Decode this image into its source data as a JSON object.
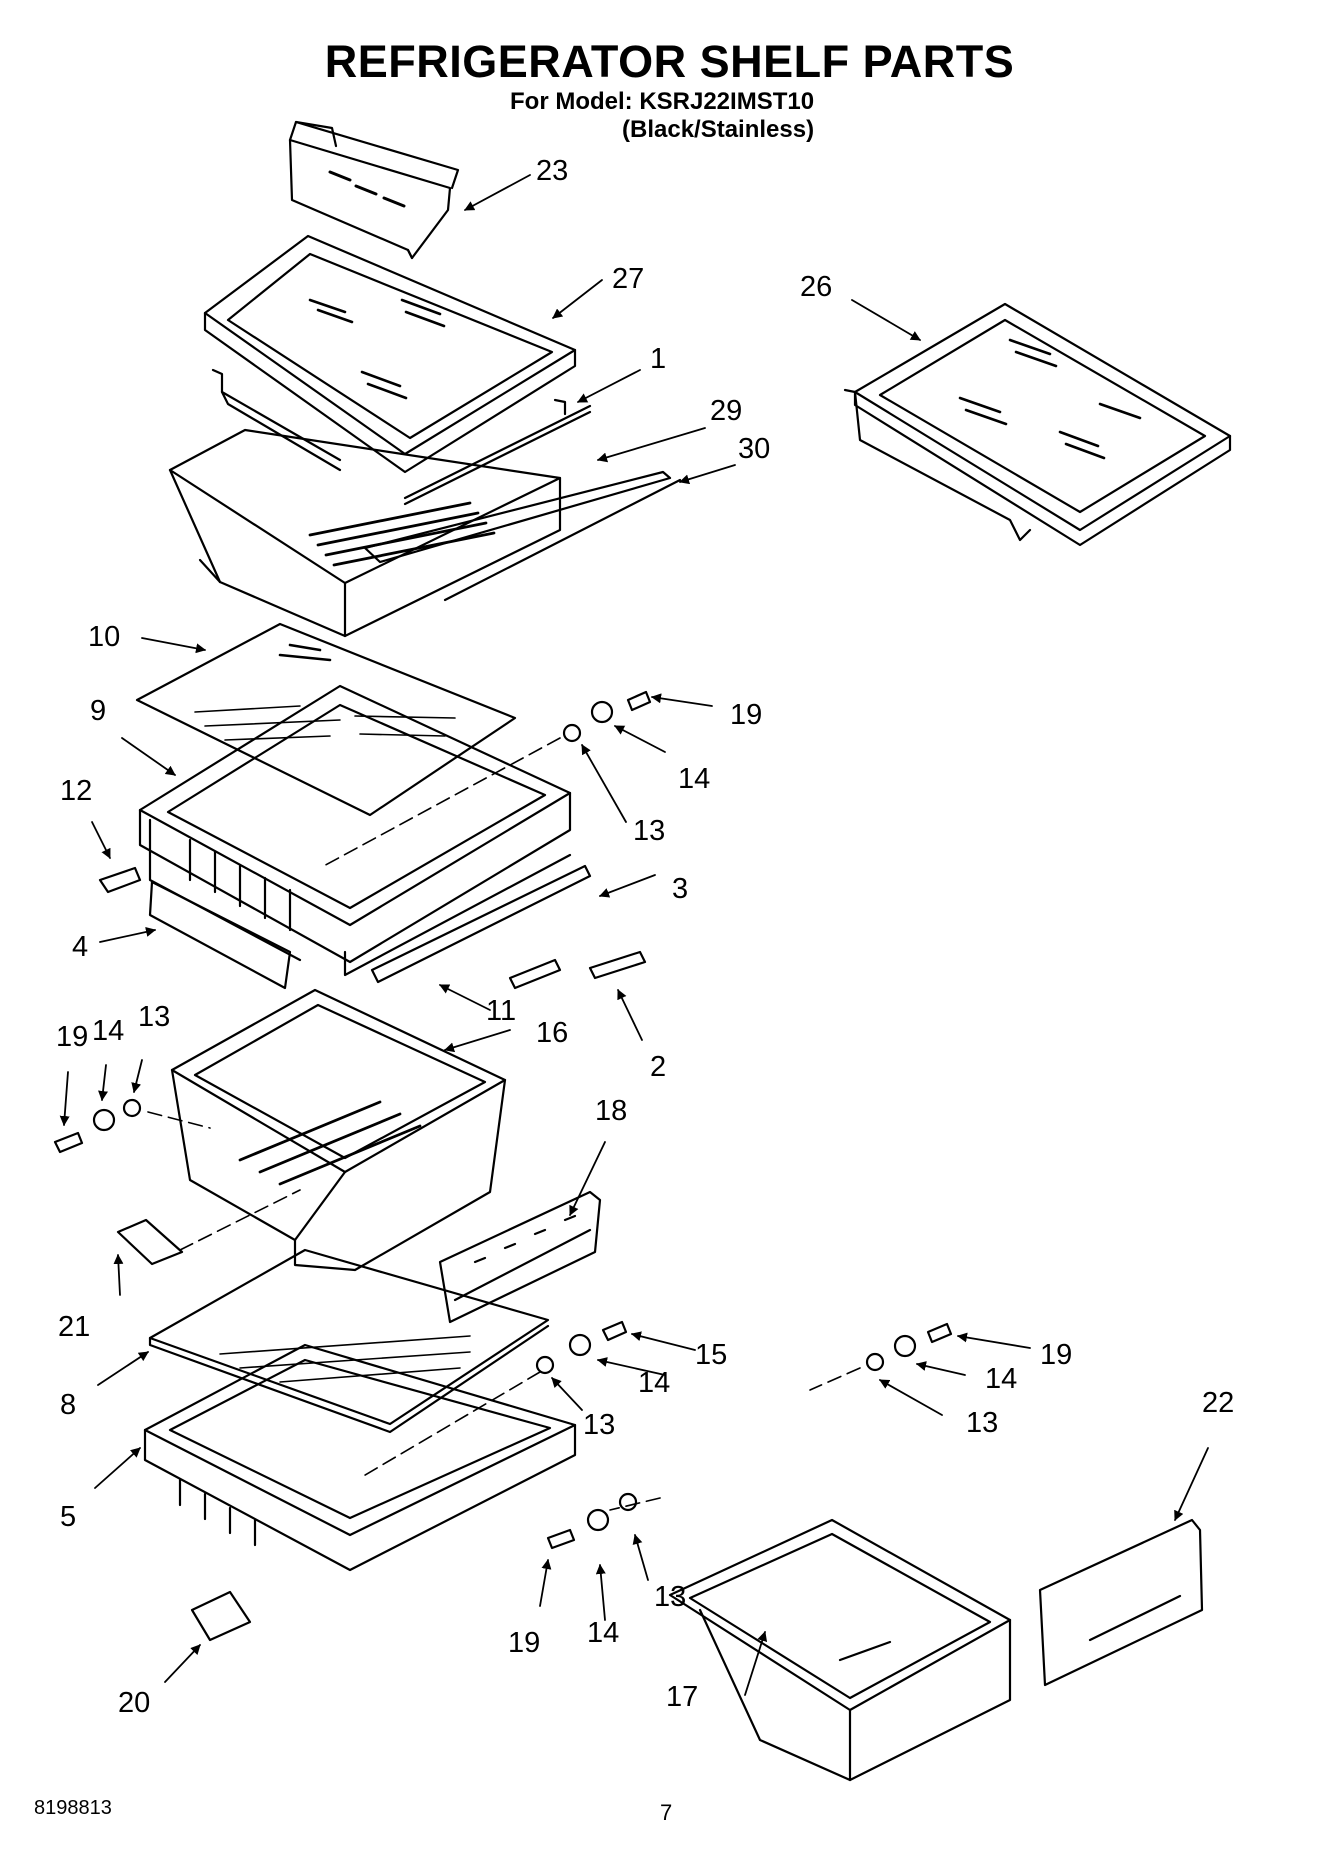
{
  "header": {
    "title": "REFRIGERATOR SHELF PARTS",
    "model_line": "For Model: KSRJ22IMST10",
    "variant_line": "(Black/Stainless)"
  },
  "footer": {
    "document_number": "8198813",
    "page_number": "7"
  },
  "callouts": [
    "23",
    "27",
    "26",
    "1",
    "29",
    "30",
    "10",
    "19",
    "9",
    "14",
    "12",
    "13",
    "3",
    "4",
    "11",
    "16",
    "2",
    "19",
    "14",
    "13",
    "18",
    "21",
    "15",
    "19",
    "8",
    "14",
    "14",
    "13",
    "13",
    "22",
    "5",
    "13",
    "19",
    "14",
    "17",
    "20"
  ]
}
